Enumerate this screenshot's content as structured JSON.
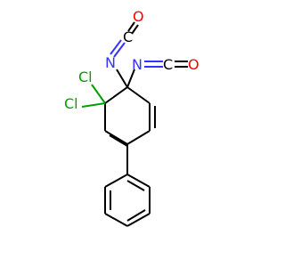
{
  "molecule": {
    "atom_labels": {
      "cl1": "Cl",
      "cl2": "Cl",
      "n1": "N",
      "n2": "N",
      "o1": "O",
      "o2": "O",
      "c1": "C",
      "c2": "C"
    },
    "colors": {
      "bond": "#000000",
      "nitrogen": "#3333ff",
      "oxygen": "#ff0000",
      "chlorine": "#00a000",
      "carbon": "#000000"
    }
  }
}
